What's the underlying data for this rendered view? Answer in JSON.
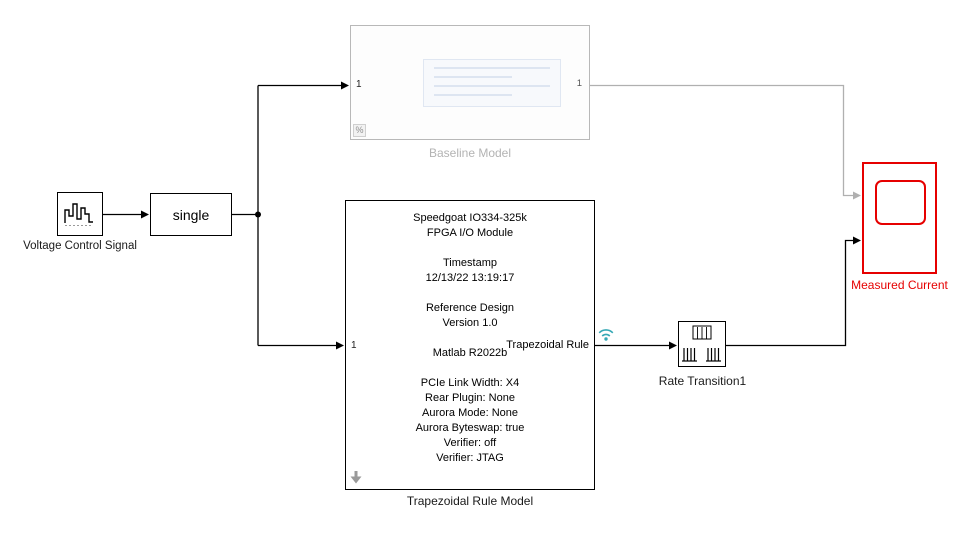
{
  "diagram": {
    "voltage_block": {
      "label": "Voltage Control Signal"
    },
    "single_block": {
      "text": "single"
    },
    "baseline_block": {
      "name": "Baseline Model",
      "input_port": "1",
      "output_port": "1",
      "badge": "%"
    },
    "trapezoid_block": {
      "name": "Trapezoidal Rule Model",
      "input_port": "1",
      "output_port": "Trapezoidal Rule",
      "info_lines": [
        "Speedgoat IO334-325k",
        "FPGA I/O Module",
        "",
        "Timestamp",
        "12/13/22 13:19:17",
        "",
        "Reference Design",
        "Version 1.0",
        "",
        "Matlab R2022b",
        "",
        "PCIe Link Width: X4",
        "Rear Plugin: None",
        "Aurora Mode: None",
        "Aurora Byteswap: true",
        "Verifier: off",
        "Verifier: JTAG"
      ]
    },
    "rate_block": {
      "name": "Rate Transition1"
    },
    "scope_block": {
      "name": "Measured Current"
    }
  },
  "colors": {
    "wire": "#000000",
    "inactive_wire": "#b0b0b0",
    "scope_accent": "#e60000",
    "muted_label": "#b3b3b3",
    "rate_indicator": "#35a8b5"
  }
}
